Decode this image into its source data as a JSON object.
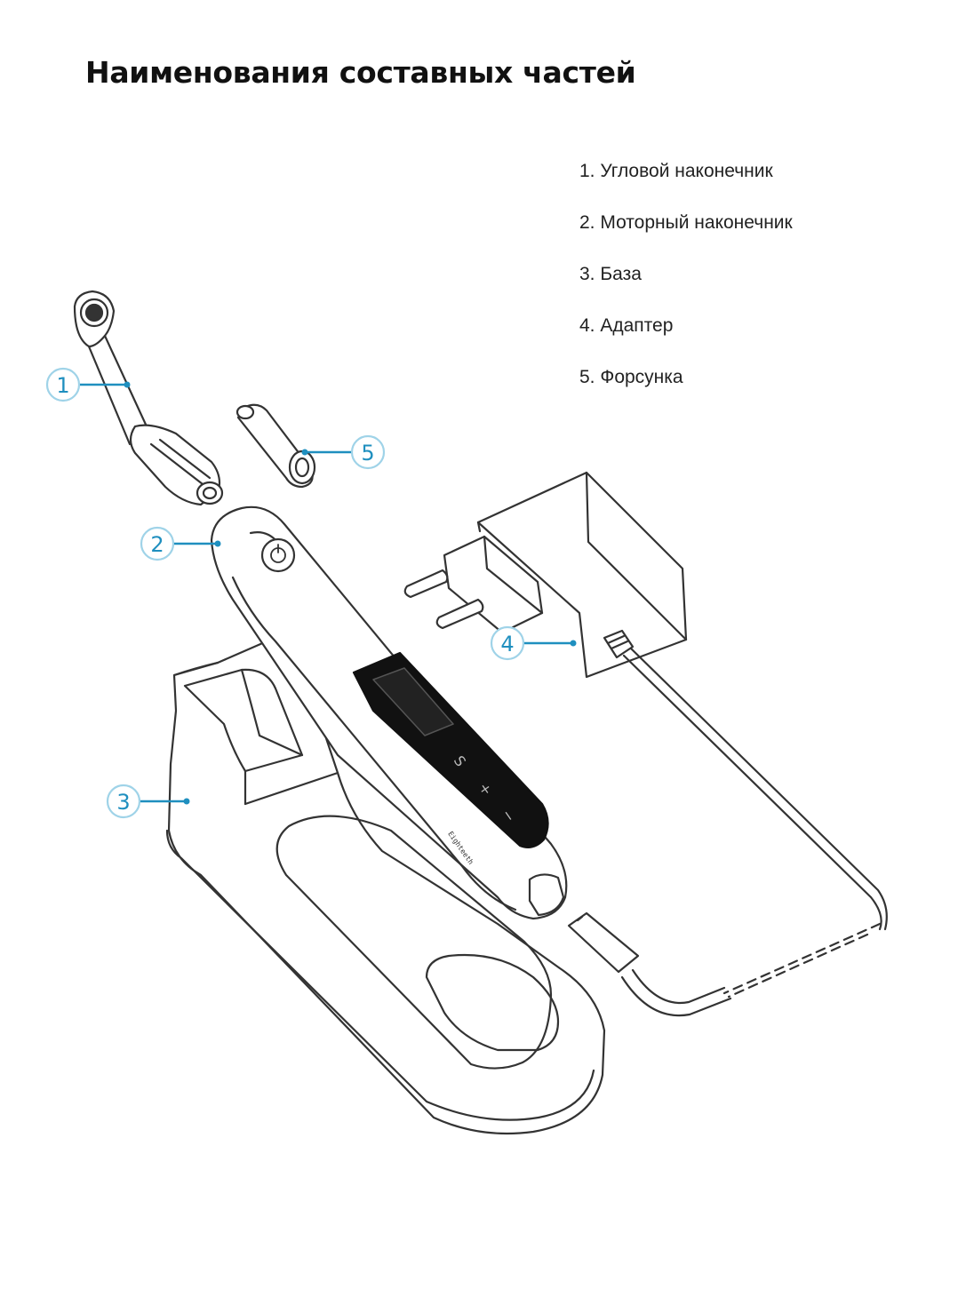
{
  "title": "Наименования составных частей",
  "legend": [
    {
      "label": "1. Угловой наконечник"
    },
    {
      "label": "2. Моторный наконечник"
    },
    {
      "label": "3. База"
    },
    {
      "label": "4. Адаптер"
    },
    {
      "label": "5. Форсунка"
    }
  ],
  "callouts": [
    {
      "num": "1"
    },
    {
      "num": "2"
    },
    {
      "num": "3"
    },
    {
      "num": "4"
    },
    {
      "num": "5"
    }
  ],
  "handpiece": {
    "buttons": [
      "S",
      "+",
      "−"
    ],
    "brand": "Eighteeth"
  },
  "colors": {
    "callout": "#1f8fbf",
    "line": "#333333",
    "display": "#111111"
  }
}
